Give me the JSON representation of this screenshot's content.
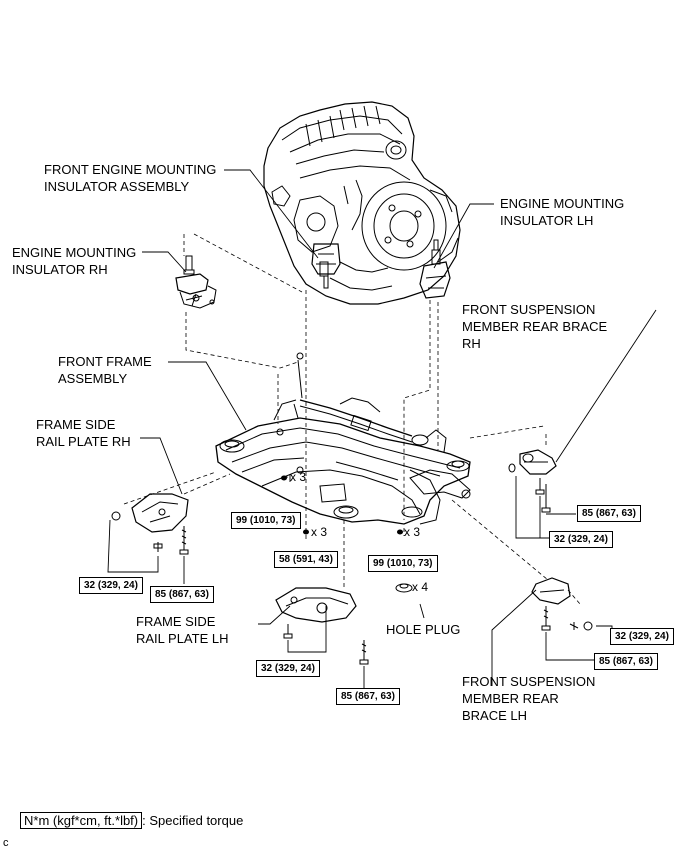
{
  "labels": {
    "front_engine_mounting_insulator": "FRONT ENGINE MOUNTING\nINSULATOR ASSEMBLY",
    "engine_mounting_insulator_lh": "ENGINE MOUNTING\nINSULATOR LH",
    "engine_mounting_insulator_rh": "ENGINE MOUNTING\nINSULATOR RH",
    "front_suspension_rear_brace_rh": "FRONT SUSPENSION\nMEMBER REAR BRACE\nRH",
    "front_frame_assembly": "FRONT FRAME\nASSEMBLY",
    "frame_side_rail_plate_rh": "FRAME SIDE\nRAIL PLATE RH",
    "frame_side_rail_plate_lh": "FRAME SIDE\nRAIL PLATE LH",
    "hole_plug": "HOLE PLUG",
    "front_suspension_rear_brace_lh": "FRONT SUSPENSION\nMEMBER REAR\nBRACE LH"
  },
  "torques": {
    "t99_left": "99 (1010, 73)",
    "t99_right": "99 (1010, 73)",
    "t58": "58 (591, 43)",
    "t85_rh_brace": "85 (867, 63)",
    "t32_rh_brace": "32 (329, 24)",
    "t32_rail_rh": "32 (329, 24)",
    "t85_rail_rh": "85 (867, 63)",
    "t32_rail_lh": "32 (329, 24)",
    "t85_rail_lh": "85 (867, 63)",
    "t32_lh_brace": "32 (329, 24)",
    "t85_lh_brace": "85 (867, 63)"
  },
  "quantities": {
    "q_x3_a": "x 3",
    "q_x3_b": "x 3",
    "q_x3_c": "x 3",
    "q_x4": "x 4"
  },
  "legend": {
    "box_text": "N*m (kgf*cm, ft.*lbf)",
    "suffix": ": Specified torque"
  },
  "corner_mark": "c"
}
